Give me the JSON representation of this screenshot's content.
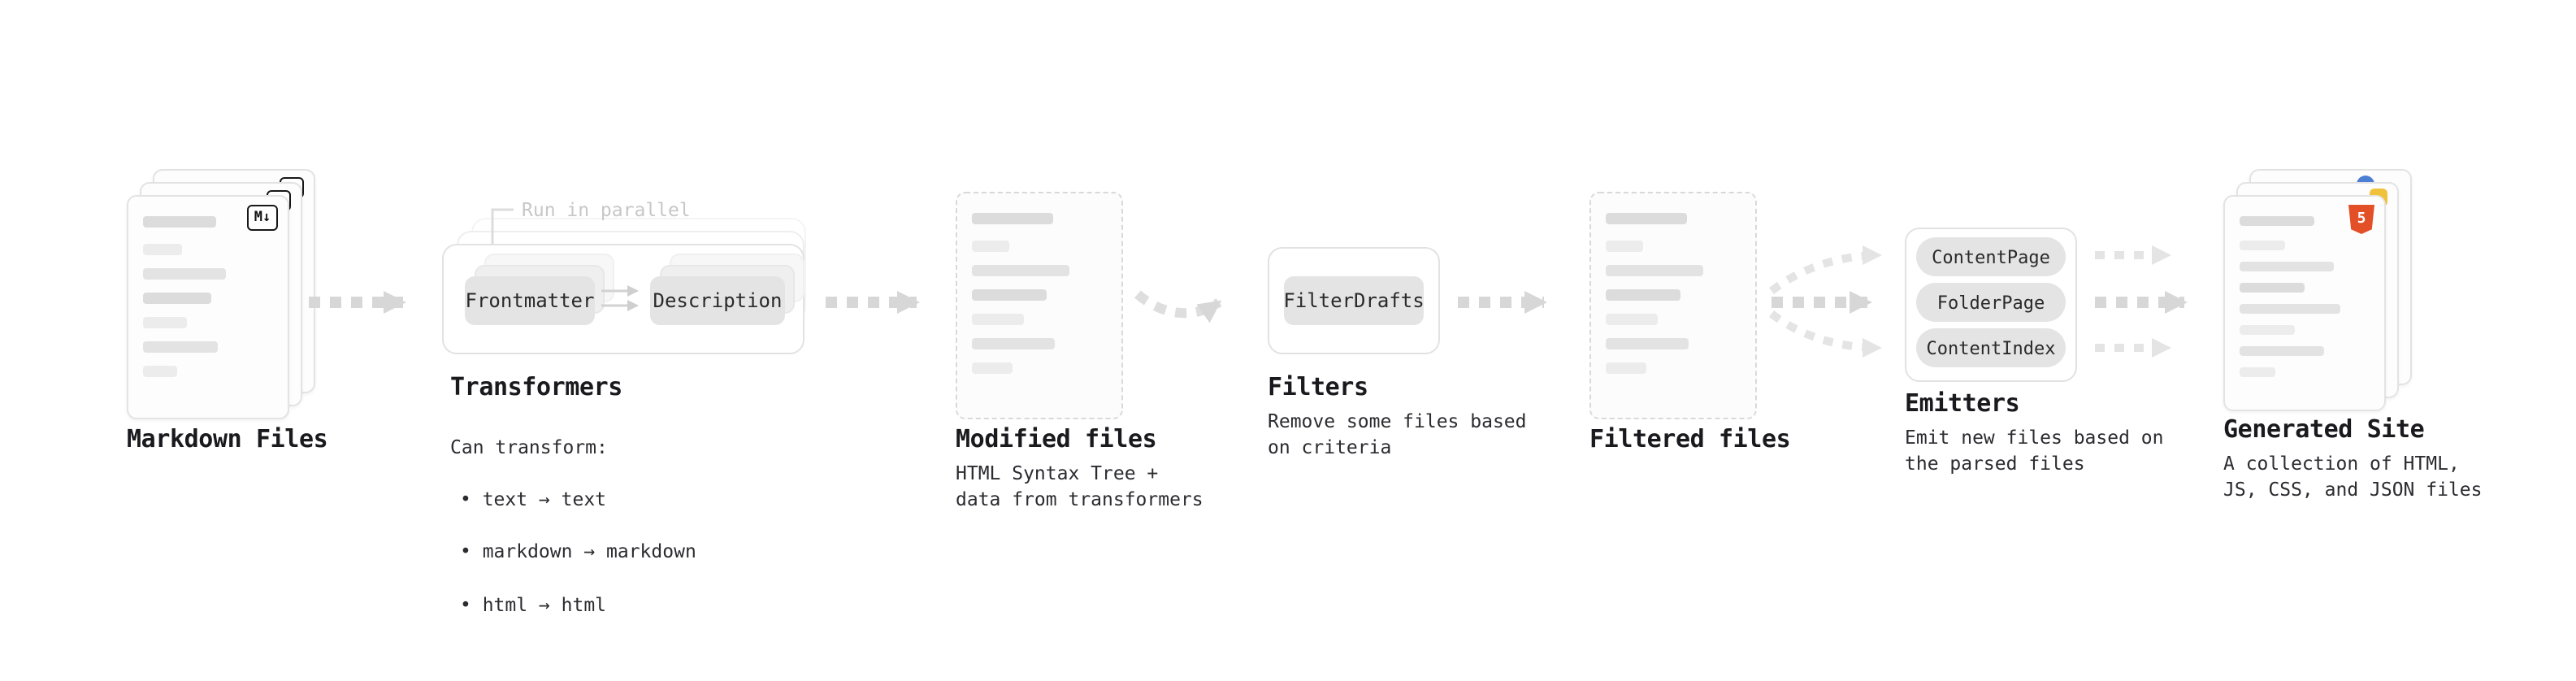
{
  "diagram": {
    "markdown_files": {
      "title": "Markdown Files",
      "icon": "M↓"
    },
    "transformers": {
      "title": "Transformers",
      "parallel_label": "Run in parallel",
      "node1": "Frontmatter",
      "node2": "Description",
      "desc_heading": "Can transform:",
      "bullets": [
        "• text → text",
        "• markdown → markdown",
        "• html → html"
      ]
    },
    "modified_files": {
      "title": "Modified files",
      "desc": "HTML Syntax Tree +\ndata from transformers"
    },
    "filters": {
      "title": "Filters",
      "node1": "FilterDrafts",
      "desc": "Remove some files based\non criteria"
    },
    "filtered_files": {
      "title": "Filtered files"
    },
    "emitters": {
      "title": "Emitters",
      "nodes": [
        "ContentPage",
        "FolderPage",
        "ContentIndex"
      ],
      "desc": "Emit new files based on\nthe parsed files"
    },
    "generated_site": {
      "title": "Generated Site",
      "icon": "5",
      "desc": "A collection of HTML,\nJS, CSS, and JSON files"
    },
    "colors": {
      "arrow": "#d7d7d7",
      "arrow_light": "#e6e6e6",
      "node_bg": "#e4e4e4",
      "html5_orange": "#e34f26"
    }
  }
}
